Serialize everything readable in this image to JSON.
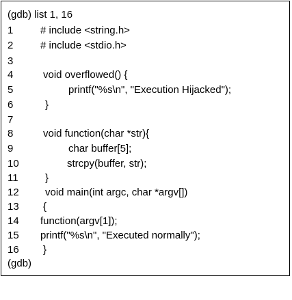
{
  "terminal": {
    "command": "(gdb) list 1, 16",
    "final_prompt": "(gdb)",
    "lines": [
      {
        "no": "1",
        "code": "# include <string.h>"
      },
      {
        "no": "2",
        "code": "# include <stdio.h>"
      },
      {
        "no": "3",
        "code": ""
      },
      {
        "no": "4",
        "code": "void overflowed() {"
      },
      {
        "no": "5",
        "code": "printf(\"%s\\n\", \"Execution Hijacked\");"
      },
      {
        "no": "6",
        "code": "}"
      },
      {
        "no": "7",
        "code": ""
      },
      {
        "no": "8",
        "code": "void function(char *str){"
      },
      {
        "no": "9",
        "code": "char buffer[5];"
      },
      {
        "no": "10",
        "code": "strcpy(buffer, str);"
      },
      {
        "no": "11",
        "code": "}"
      },
      {
        "no": "12",
        "code": "void main(int argc, char *argv[])"
      },
      {
        "no": "13",
        "code": "{"
      },
      {
        "no": "14",
        "code": "function(argv[1]);"
      },
      {
        "no": "15",
        "code": "printf(\"%s\\n\", \"Executed normally\");"
      },
      {
        "no": "16",
        "code": "}"
      }
    ]
  }
}
